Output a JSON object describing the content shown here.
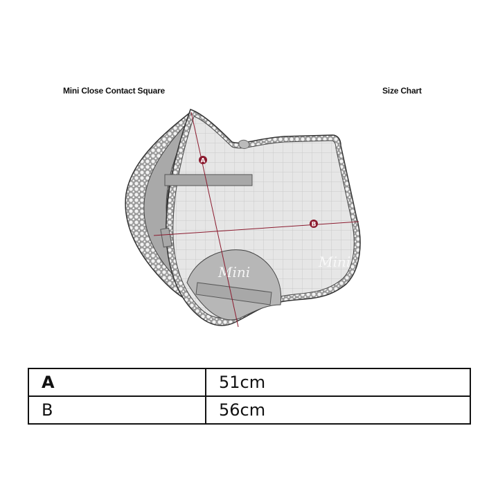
{
  "header": {
    "product_title": "Mini Close Contact Square",
    "chart_title": "Size Chart"
  },
  "diagram": {
    "subject": "saddle pad",
    "measurements": [
      {
        "marker": "A",
        "description": "vertical drop from withers to bottom edge"
      },
      {
        "marker": "B",
        "description": "horizontal length front to back"
      }
    ],
    "logo_text": "Mini",
    "marker_color": "#8b1a2e",
    "pad_color": "#e8e8e8",
    "panel_color": "#b5b5b5"
  },
  "table": {
    "rows": [
      {
        "label": "A",
        "value": "51cm"
      },
      {
        "label": "B",
        "value": "56cm"
      }
    ]
  }
}
